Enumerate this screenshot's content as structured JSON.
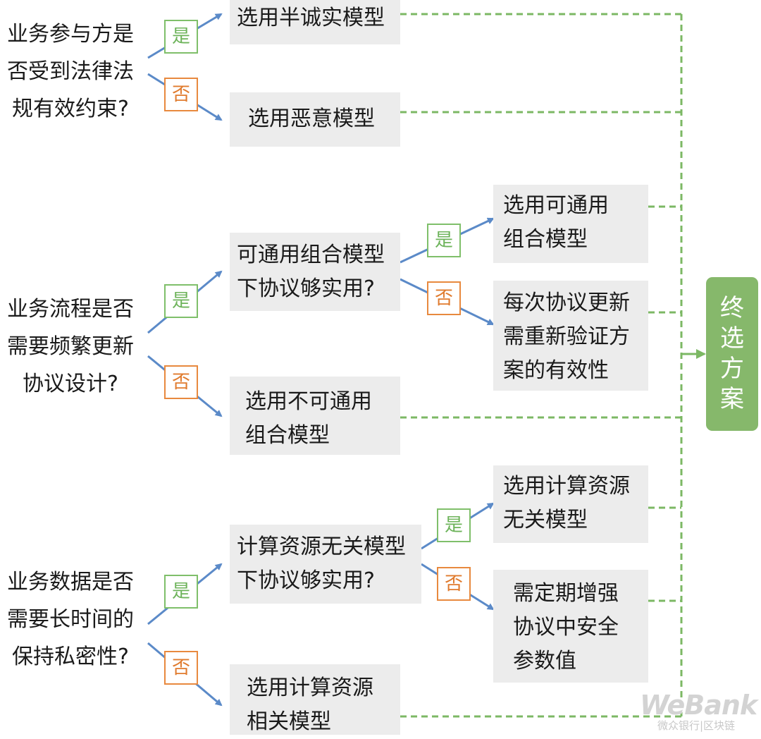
{
  "questions": [
    "业务参与方是\n否受到法律法\n规有效约束?",
    "业务流程是否\n需要频繁更新\n协议设计?",
    "业务数据是否\n需要长时间的\n保持私密性?"
  ],
  "labels": {
    "yes": "是",
    "no": "否"
  },
  "boxes": {
    "semi_honest": "选用半诚实模型",
    "malicious": "选用恶意模型",
    "composable_practical_q": "可通用组合模型\n下协议够实用?",
    "choose_composable": "选用可通用\n组合模型",
    "revalidate": "每次协议更新\n需重新验证方\n案的有效性",
    "choose_non_composable": "选用不可通用\n组合模型",
    "resource_independent_q": "计算资源无关模型\n下协议够实用?",
    "choose_resource_independent": "选用计算资源\n无关模型",
    "strengthen_params": "需定期增强\n协议中安全\n参数值",
    "choose_resource_dependent": "选用计算资源\n相关模型"
  },
  "final": "终\n选\n方\n案",
  "watermark": {
    "logo": "WeBank",
    "sub": "微众银行|区块链"
  },
  "colors": {
    "arrow": "#5b8ac8",
    "dash": "#7cb864",
    "yes": "#7fbf6a",
    "no": "#e8893e",
    "final": "#86b86b",
    "box": "#ececec"
  }
}
